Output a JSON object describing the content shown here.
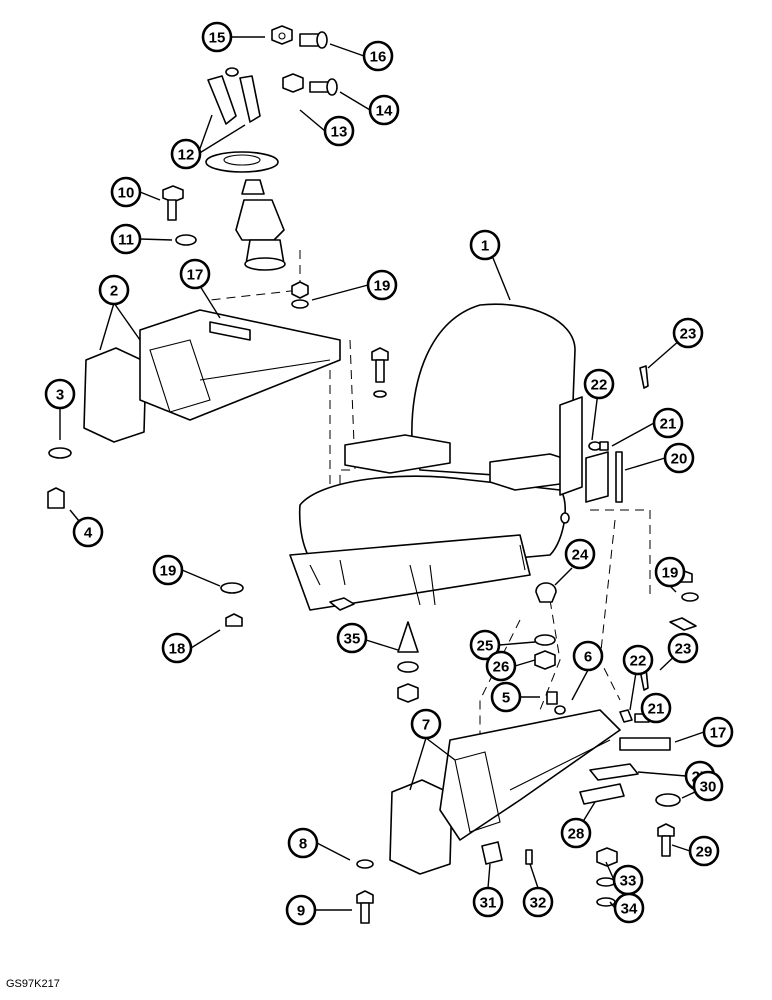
{
  "drawing_code": "GS97K217",
  "callouts": [
    {
      "label": "1"
    },
    {
      "label": "2"
    },
    {
      "label": "3"
    },
    {
      "label": "4"
    },
    {
      "label": "5"
    },
    {
      "label": "6"
    },
    {
      "label": "7"
    },
    {
      "label": "8"
    },
    {
      "label": "9"
    },
    {
      "label": "10"
    },
    {
      "label": "11"
    },
    {
      "label": "12"
    },
    {
      "label": "13"
    },
    {
      "label": "14"
    },
    {
      "label": "15"
    },
    {
      "label": "16"
    },
    {
      "label": "17"
    },
    {
      "label": "17"
    },
    {
      "label": "18"
    },
    {
      "label": "19"
    },
    {
      "label": "19"
    },
    {
      "label": "19"
    },
    {
      "label": "20"
    },
    {
      "label": "21"
    },
    {
      "label": "21"
    },
    {
      "label": "22"
    },
    {
      "label": "22"
    },
    {
      "label": "23"
    },
    {
      "label": "23"
    },
    {
      "label": "24"
    },
    {
      "label": "25"
    },
    {
      "label": "26"
    },
    {
      "label": "27"
    },
    {
      "label": "28"
    },
    {
      "label": "29"
    },
    {
      "label": "30"
    },
    {
      "label": "31"
    },
    {
      "label": "32"
    },
    {
      "label": "33"
    },
    {
      "label": "34"
    },
    {
      "label": "35"
    }
  ]
}
